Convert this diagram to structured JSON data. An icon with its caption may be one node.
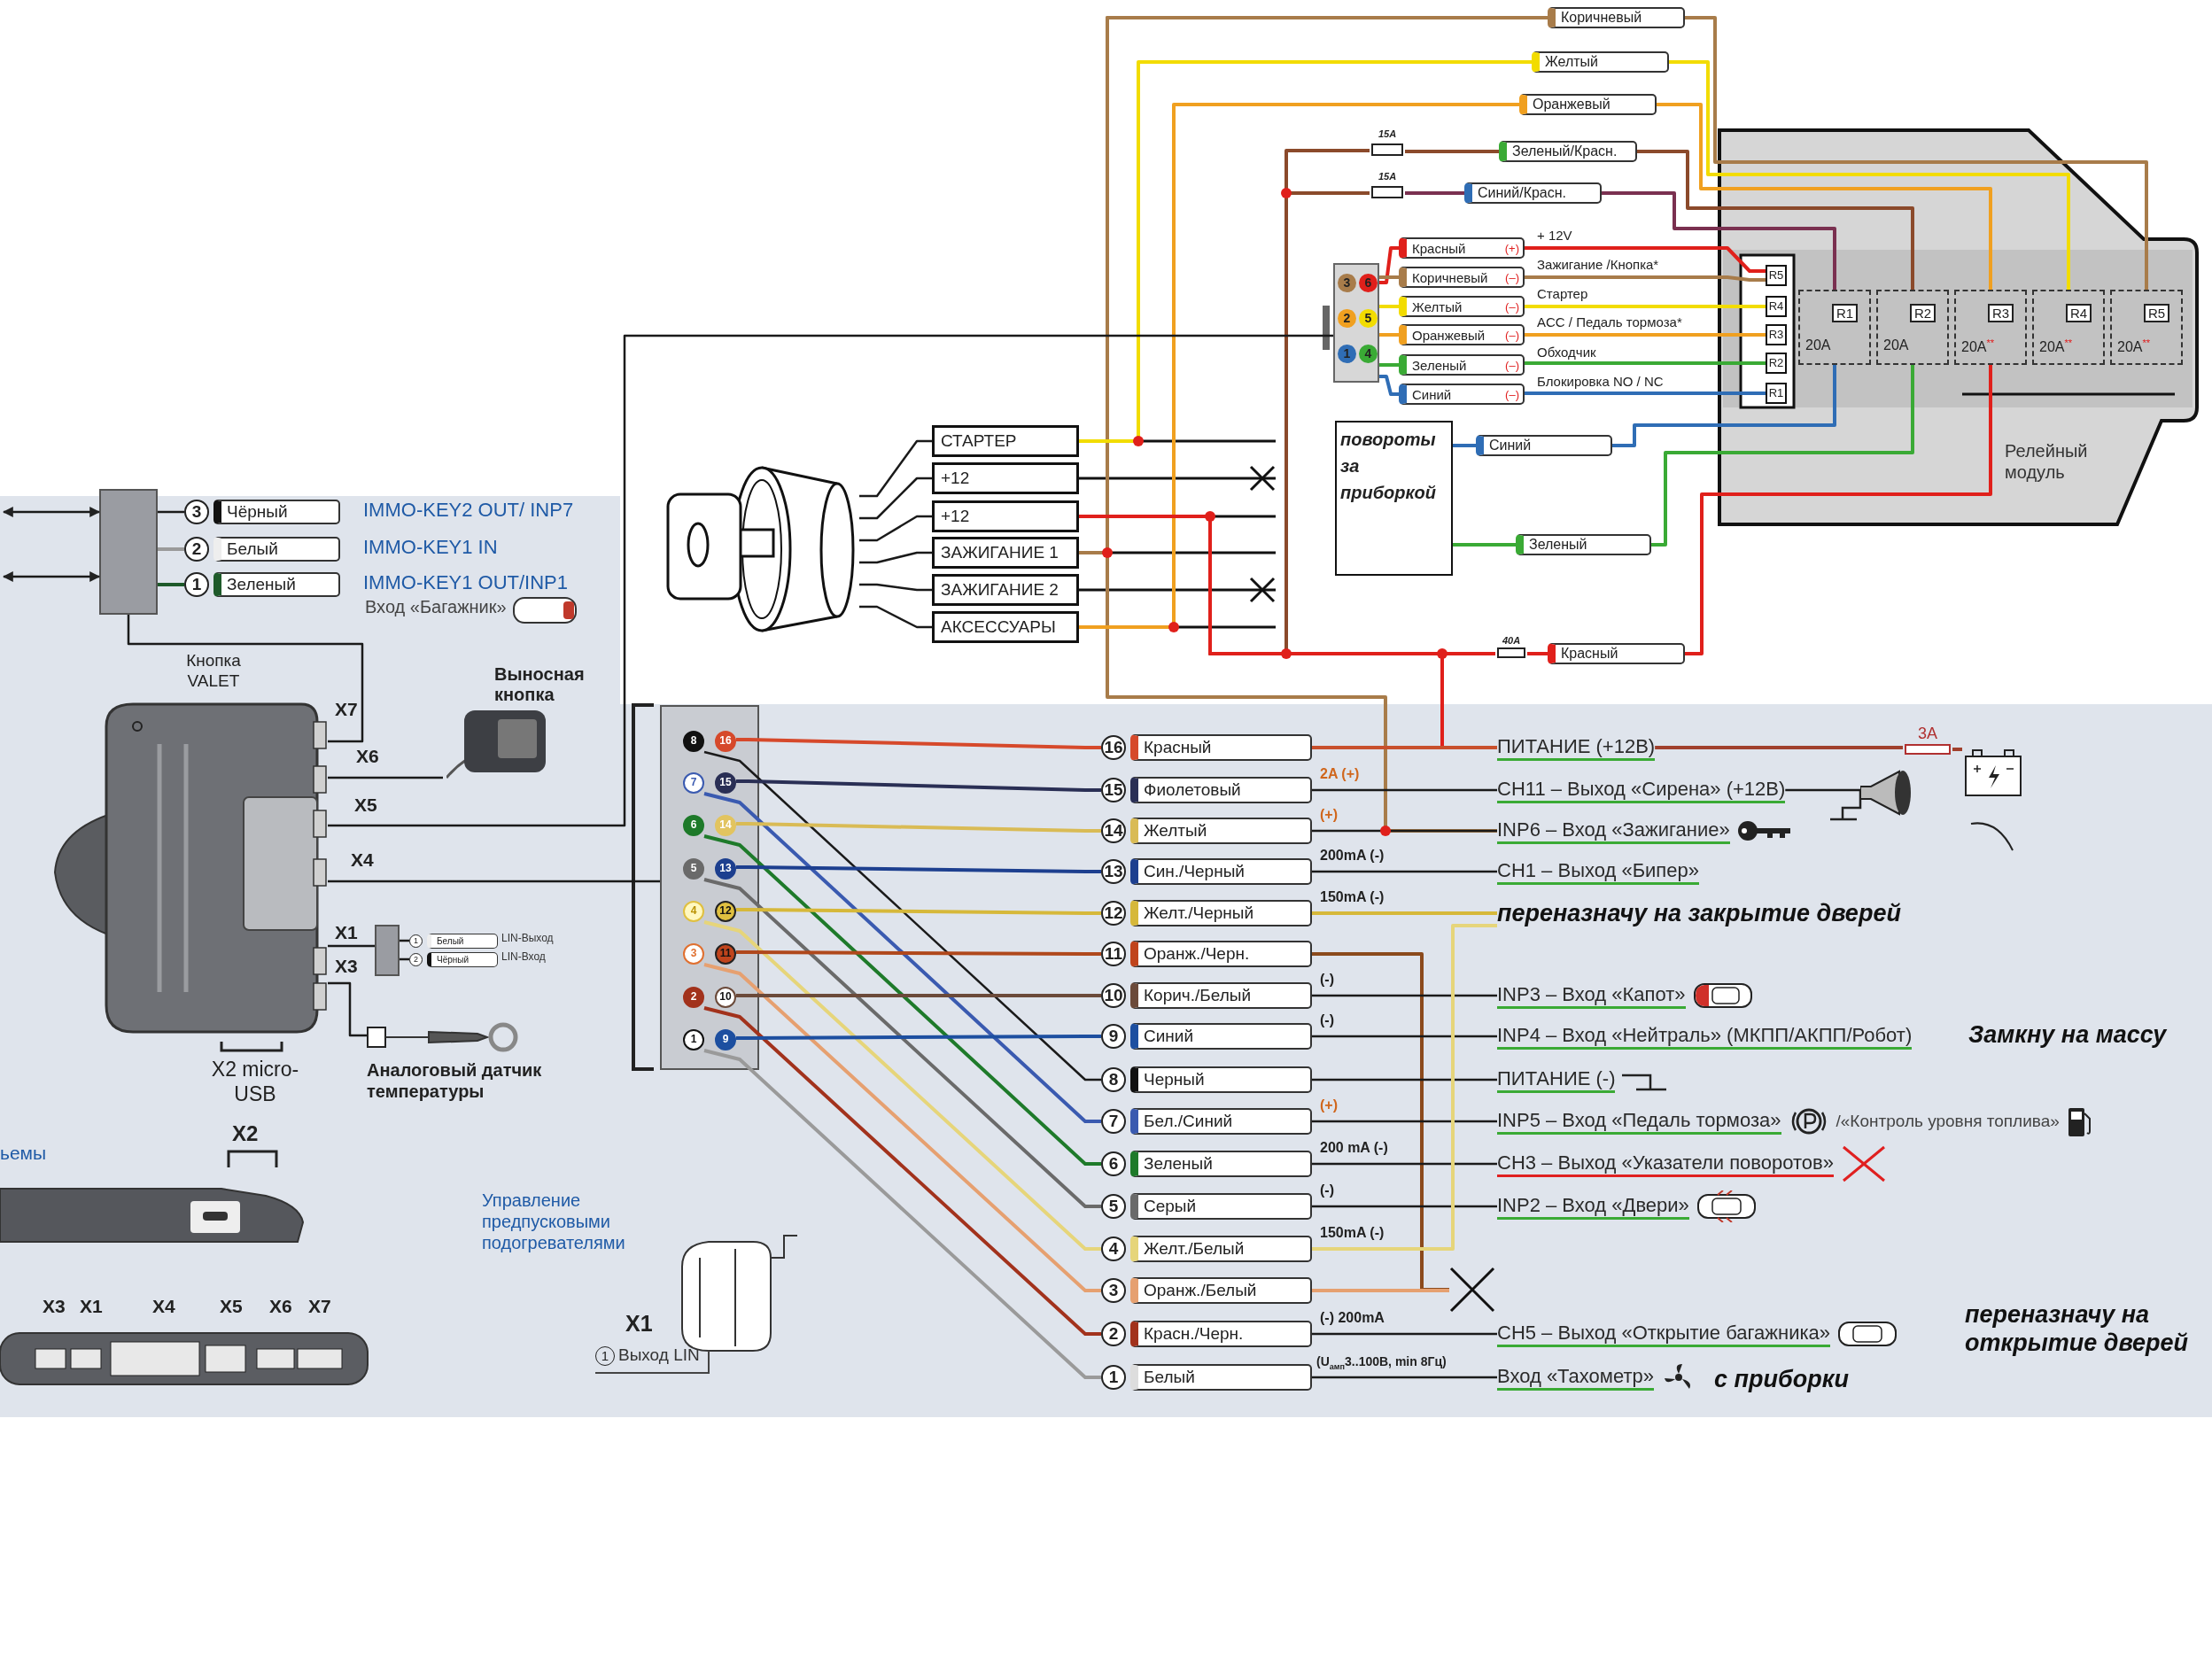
{
  "diagram": {
    "nodes": [
      {
        "text": [
          "Релейный модуль"
        ]
      },
      {
        "text": [
          "R5"
        ],
        "in": 0
      },
      {
        "text": [
          "R4"
        ],
        "in": 0
      },
      {
        "text": [
          "R3"
        ],
        "in": 0
      },
      {
        "text": [
          "R2"
        ],
        "in": 0
      },
      {
        "text": [
          "R1"
        ],
        "in": 0
      },
      {
        "text": [
          "R1",
          "20A"
        ],
        "in": 0
      },
      {
        "text": [
          "R2",
          "20A"
        ],
        "in": 0
      },
      {
        "text": [
          "R3",
          "20A$^{**}$"
        ],
        "in": 0
      },
      {
        "text": [
          "R4",
          "20A$^{**}$"
        ],
        "in": 0
      },
      {
        "text": [
          "R5",
          "20A$^{**}$"
        ],
        "in": 0
      },
      {
        "text": [
          "3",
          "6",
          "2",
          "5",
          "1",
          "4"
        ]
      },
      {
        "text": [
          "Красный",
          "(+)"
        ]
      },
      {
        "text": [
          "Коричневый",
          "(–)"
        ]
      },
      {
        "text": [
          "Желтый",
          "(–)"
        ]
      },
      {
        "text": [
          "Оранжевый",
          "(–)"
        ]
      },
      {
        "text": [
          "Зеленый",
          "(–)"
        ]
      },
      {
        "text": [
          "Синий",
          "(–)"
        ]
      },
      {
        "text": [
          "Коричневый"
        ]
      },
      {
        "text": [
          "Желтый"
        ]
      },
      {
        "text": [
          "Оранжевый"
        ]
      },
      {
        "text": [
          "15A"
        ]
      },
      {
        "text": [
          "Зеленый/Красн."
        ]
      },
      {
        "text": [
          "15A"
        ]
      },
      {
        "text": [
          "Синий/Красн."
        ]
      },
      {
        "text": [
          "повороты за приборкой"
        ]
      },
      {
        "text": [
          "Синий"
        ]
      },
      {
        "text": [
          "Зеленый"
        ]
      },
      {
        "text": [
          "40A"
        ]
      },
      {
        "text": [
          "Красный"
        ]
      },
      {
        "text": [],
        "shape": "picture"
      },
      {
        "text": [
          "СТАРТЕР"
        ]
      },
      {
        "text": [
          "+12"
        ]
      },
      {
        "text": [
          "+12"
        ]
      },
      {
        "text": [
          "ЗАЖИГАНИЕ 1"
        ]
      },
      {
        "text": [
          "ЗАЖИГАНИЕ 2"
        ]
      },
      {
        "text": [
          "АКСЕССУАРЫ"
        ]
      },
      {
        "text": [],
        "shape": "box"
      },
      {
        "text": [
          "3",
          "Чёрный"
        ],
        "beside": [
          "IMMO-KEY2 OUT/ INP7"
        ]
      },
      {
        "text": [
          "2",
          "Белый"
        ],
        "beside": [
          "IMMO-KEY1 IN"
        ]
      },
      {
        "text": [
          "1",
          "Зеленый"
        ],
        "beside": [
          "IMMO-KEY1 OUT/INP1",
          "Вход «Багажник»"
        ]
      },
      {
        "text": [],
        "shape": "picture",
        "beside": [
          "Кнопка VALET",
          "X7",
          "X6",
          "X5",
          "X4",
          "X1",
          "X3",
          "X2 micro-USB"
        ]
      },
      {
        "text": [
          "Выносная кнопка"
        ]
      },
      {
        "text": [],
        "shape": "box"
      },
      {
        "text": [
          "1",
          "Белый"
        ],
        "beside": [
          "LIN-Выход"
        ]
      },
      {
        "text": [
          "2",
          "Чёрный"
        ],
        "beside": [
          "LIN-Вход"
        ]
      },
      {
        "text": [
          "Аналоговый датчик температуры"
        ]
      },
      {
        "text": [],
        "shape": "picture",
        "beside": [
          "X2"
        ]
      },
      {
        "text": [],
        "shape": "picture",
        "beside": [
          "X3",
          "X1",
          "X4",
          "X5",
          "X6",
          "X7"
        ]
      },
      {
        "text": [],
        "shape": "box"
      },
      {
        "text": [
          "8"
        ],
        "in": 49
      },
      {
        "text": [
          "16"
        ],
        "in": 49
      },
      {
        "text": [
          "7"
        ],
        "in": 49
      },
      {
        "text": [
          "15"
        ],
        "in": 49
      },
      {
        "text": [
          "6"
        ],
        "in": 49
      },
      {
        "text": [
          "14"
        ],
        "in": 49
      },
      {
        "text": [
          "5"
        ],
        "in": 49
      },
      {
        "text": [
          "13"
        ],
        "in": 49
      },
      {
        "text": [
          "4"
        ],
        "in": 49
      },
      {
        "text": [
          "12"
        ],
        "in": 49
      },
      {
        "text": [
          "3"
        ],
        "in": 49
      },
      {
        "text": [
          "11"
        ],
        "in": 49
      },
      {
        "text": [
          "2"
        ],
        "in": 49
      },
      {
        "text": [
          "10"
        ],
        "in": 49
      },
      {
        "text": [
          "1"
        ],
        "in": 49
      },
      {
        "text": [
          "9"
        ],
        "in": 49
      },
      {
        "text": [
          "16",
          "Красный"
        ]
      },
      {
        "text": [
          "15",
          "Фиолетовый"
        ]
      },
      {
        "text": [
          "14",
          "Желтый"
        ]
      },
      {
        "text": [
          "13",
          "Син./Черный"
        ]
      },
      {
        "text": [
          "12",
          "Желт./Черный"
        ]
      },
      {
        "text": [
          "11",
          "Оранж./Черн."
        ]
      },
      {
        "text": [
          "10",
          "Корич./Белый"
        ]
      },
      {
        "text": [
          "9",
          "Синий"
        ]
      },
      {
        "text": [
          "8",
          "Черный"
        ]
      },
      {
        "text": [
          "7",
          "Бел./Синий"
        ]
      },
      {
        "text": [
          "6",
          "Зеленый"
        ]
      },
      {
        "text": [
          "5",
          "Серый"
        ]
      },
      {
        "text": [
          "4",
          "Желт./Белый"
        ]
      },
      {
        "text": [
          "3",
          "Оранж./Белый"
        ]
      },
      {
        "text": [
          "2",
          "Красн./Черн."
        ]
      },
      {
        "text": [
          "1",
          "Белый"
        ]
      },
      {
        "text": [
          "ПИТАНИЕ (+12В)"
        ]
      },
      {
        "text": [
          "CH11 – Выход «Сирена» (+12В)"
        ]
      },
      {
        "text": [
          "INP6 – Вход «Зажигание»"
        ]
      },
      {
        "text": [
          "CH1 – Выход «Бипер»"
        ]
      },
      {
        "text": [
          "переназначу на закрытие дверей"
        ]
      },
      {
        "text": [
          "INP3 – Вход «Капот»"
        ]
      },
      {
        "text": [
          "INP4 – Вход «Нейтраль» (МКПП/АКПП/Робот)"
        ],
        "beside": [
          "Замкну на массу"
        ]
      },
      {
        "text": [
          "ПИТАНИЕ (-)"
        ]
      },
      {
        "text": [
          "INP5 – Вход «Педаль тормоза»",
          "/«Контроль уровня топлива»"
        ]
      },
      {
        "text": [
          "CH3 – Выход «Указатели поворотов»"
        ]
      },
      {
        "text": [
          "INP2 – Вход «Двери»"
        ]
      },
      {
        "text": [
          "CH5 – Выход «Открытие багажника»"
        ],
        "beside": [
          "переназначу на открытие дверей"
        ]
      },
      {
        "text": [
          "Вход «Тахометр»"
        ],
        "beside": [
          "с приборки"
        ]
      },
      {
        "text": [
          "3A"
        ]
      },
      {
        "text": [],
        "shape": "battery"
      },
      {
        "text": [],
        "shape": "siren"
      },
      {
        "text": [],
        "shape": "cross"
      }
    ],
    "edges": [
      {
        "from": 11,
        "to": 12,
        "arrow": "none",
        "color": "#e0201b"
      },
      {
        "from": 11,
        "to": 13,
        "arrow": "none",
        "color": "#a87c4a"
      },
      {
        "from": 11,
        "to": 14,
        "arrow": "none",
        "color": "#f2dc00"
      },
      {
        "from": 11,
        "to": 15,
        "arrow": "none",
        "color": "#f0a020"
      },
      {
        "from": 11,
        "to": 16,
        "arrow": "none",
        "color": "#3aaa35"
      },
      {
        "from": 11,
        "to": 17,
        "arrow": "none",
        "color": "#2f6db5"
      },
      {
        "from": 12,
        "to": 1,
        "arrow": "none",
        "label": "+ 12V",
        "color": "#e0201b"
      },
      {
        "from": 13,
        "to": 1,
        "arrow": "none",
        "label": "Зажигание /Кнопка*",
        "color": "#a87c4a"
      },
      {
        "from": 14,
        "to": 2,
        "arrow": "none",
        "label": "Стартер",
        "color": "#f2dc00"
      },
      {
        "from": 15,
        "to": 3,
        "arrow": "none",
        "label": "ACC / Педаль тормоза*",
        "color": "#f0a020"
      },
      {
        "from": 16,
        "to": 4,
        "arrow": "none",
        "label": "Обходчик",
        "color": "#3aaa35"
      },
      {
        "from": 17,
        "to": 5,
        "arrow": "none",
        "label": "Блокировка NO / NC",
        "color": "#2f6db5"
      },
      {
        "from": 18,
        "to": 10,
        "arrow": "none",
        "color": "#a87c4a"
      },
      {
        "from": 19,
        "to": 9,
        "arrow": "none",
        "color": "#f2dc00"
      },
      {
        "from": 20,
        "to": 8,
        "arrow": "none",
        "color": "#f0a020"
      },
      {
        "from": 21,
        "to": 22,
        "arrow": "none",
        "color": "#8b4a2b"
      },
      {
        "from": 22,
        "to": 7,
        "arrow": "none",
        "color": "#8b4a2b"
      },
      {
        "from": 23,
        "to": 24,
        "arrow": "none",
        "color": "#7a3050"
      },
      {
        "from": 24,
        "to": 6,
        "arrow": "none",
        "color": "#7a3050"
      },
      {
        "from": 21,
        "to": 33,
        "arrow": "none",
        "color": "#8b4a2b"
      },
      {
        "from": 23,
        "to": 33,
        "arrow": "none",
        "color": "#8b4a2b"
      },
      {
        "from": 18,
        "to": 34,
        "arrow": "none",
        "color": "#a87c4a"
      },
      {
        "from": 18,
        "to": 84,
        "arrow": "none",
        "color": "#a87c4a"
      },
      {
        "from": 19,
        "to": 31,
        "arrow": "none",
        "color": "#f2dc00"
      },
      {
        "from": 20,
        "to": 36,
        "arrow": "none",
        "color": "#f0a020"
      },
      {
        "from": 33,
        "to": 28,
        "arrow": "none",
        "color": "#e0201b"
      },
      {
        "from": 28,
        "to": 29,
        "arrow": "none",
        "color": "#e0201b"
      },
      {
        "from": 29,
        "to": 8,
        "arrow": "none",
        "color": "#e0201b"
      },
      {
        "from": 33,
        "to": 82,
        "arrow": "none",
        "color": "#e0201b"
      },
      {
        "from": 25,
        "to": 26,
        "arrow": "none",
        "color": "#2f6db5"
      },
      {
        "from": 25,
        "to": 27,
        "arrow": "none",
        "color": "#3aaa35"
      },
      {
        "from": 26,
        "to": 6,
        "arrow": "none",
        "color": "#2f6db5"
      },
      {
        "from": 27,
        "to": 7,
        "arrow": "none",
        "color": "#3aaa35"
      },
      {
        "from": 30,
        "to": 31,
        "arrow": "none"
      },
      {
        "from": 30,
        "to": 32,
        "arrow": "none"
      },
      {
        "from": 30,
        "to": 33,
        "arrow": "none"
      },
      {
        "from": 30,
        "to": 34,
        "arrow": "none"
      },
      {
        "from": 30,
        "to": 35,
        "arrow": "none"
      },
      {
        "from": 30,
        "to": 36,
        "arrow": "none"
      },
      {
        "from": 41,
        "to": 37,
        "arrow": "none"
      },
      {
        "from": 41,
        "to": 42,
        "arrow": "none"
      },
      {
        "from": 41,
        "to": 11,
        "arrow": "none"
      },
      {
        "from": 41,
        "to": 49,
        "arrow": "none"
      },
      {
        "from": 41,
        "to": 43,
        "arrow": "none"
      },
      {
        "from": 41,
        "to": 46,
        "arrow": "none"
      },
      {
        "from": 37,
        "to": 38,
        "arrow": "none"
      },
      {
        "from": 37,
        "to": 39,
        "arrow": "none",
        "color": "#9a9a9a"
      },
      {
        "from": 37,
        "to": 40,
        "arrow": "none",
        "color": "#1e5a2a"
      },
      {
        "from": null,
        "to": 37,
        "arrow": "both"
      },
      {
        "from": null,
        "to": 37,
        "arrow": "both"
      },
      {
        "from": 43,
        "to": 44,
        "arrow": "none"
      },
      {
        "from": 43,
        "to": 45,
        "arrow": "none"
      },
      {
        "from": 50,
        "to": 74,
        "arrow": "none"
      },
      {
        "from": 51,
        "to": 66,
        "arrow": "none",
        "color": "#d6492b"
      },
      {
        "from": 52,
        "to": 75,
        "arrow": "none",
        "color": "#3a5ab0"
      },
      {
        "from": 53,
        "to": 67,
        "arrow": "none",
        "color": "#2a2f55"
      },
      {
        "from": 54,
        "to": 76,
        "arrow": "none",
        "color": "#1e7a2a"
      },
      {
        "from": 55,
        "to": 68,
        "arrow": "none",
        "color": "#d9bb55"
      },
      {
        "from": 56,
        "to": 77,
        "arrow": "none",
        "color": "#6a6a6a"
      },
      {
        "from": 57,
        "to": 69,
        "arrow": "none",
        "color": "#1d3f8f"
      },
      {
        "from": 58,
        "to": 78,
        "arrow": "none",
        "color": "#e6d57a"
      },
      {
        "from": 59,
        "to": 70,
        "arrow": "none",
        "color": "#d6b83a"
      },
      {
        "from": 60,
        "to": 79,
        "arrow": "none",
        "color": "#e6a070"
      },
      {
        "from": 61,
        "to": 71,
        "arrow": "none",
        "color": "#b0481c"
      },
      {
        "from": 62,
        "to": 80,
        "arrow": "none",
        "color": "#a2321c"
      },
      {
        "from": 63,
        "to": 72,
        "arrow": "none",
        "color": "#6b4a3a"
      },
      {
        "from": 64,
        "to": 81,
        "arrow": "none",
        "color": "#9a9a9a"
      },
      {
        "from": 65,
        "to": 73,
        "arrow": "none",
        "color": "#1d4fa0"
      },
      {
        "from": 66,
        "to": 82,
        "arrow": "none",
        "color": "#c8502c"
      },
      {
        "from": 67,
        "to": 83,
        "arrow": "none",
        "label": "2A (+)"
      },
      {
        "from": 68,
        "to": 84,
        "arrow": "none",
        "label": "(+)"
      },
      {
        "from": 69,
        "to": 85,
        "arrow": "none",
        "label": "200mA (-)"
      },
      {
        "from": 70,
        "to": 86,
        "arrow": "none",
        "label": "150mA (-)",
        "color": "#d6b83a"
      },
      {
        "from": 71,
        "to": 98,
        "arrow": "none",
        "color": "#8b4a1c"
      },
      {
        "from": 72,
        "to": 87,
        "arrow": "none",
        "label": "(-)"
      },
      {
        "from": 73,
        "to": 88,
        "arrow": "none",
        "label": "(-)"
      },
      {
        "from": 74,
        "to": 89,
        "arrow": "none"
      },
      {
        "from": 75,
        "to": 90,
        "arrow": "none",
        "label": "(+)"
      },
      {
        "from": 76,
        "to": 91,
        "arrow": "none",
        "label": "200 mA (-)"
      },
      {
        "from": 77,
        "to": 92,
        "arrow": "none",
        "label": "(-)"
      },
      {
        "from": 78,
        "to": 86,
        "arrow": "none",
        "label": "150mA (-)",
        "color": "#e6d57a"
      },
      {
        "from": 79,
        "to": 98,
        "arrow": "none",
        "color": "#e6a070"
      },
      {
        "from": 80,
        "to": 93,
        "arrow": "none",
        "label": "(-) 200mA"
      },
      {
        "from": 81,
        "to": 94,
        "arrow": "none",
        "label": "(U$_{амп}$3..100В, min 8Гц)"
      },
      {
        "from": 82,
        "to": 95,
        "arrow": "none",
        "color": "#a0402c"
      },
      {
        "from": 95,
        "to": 96,
        "arrow": "none",
        "color": "#a0402c"
      },
      {
        "from": 83,
        "to": 97,
        "arrow": "none"
      }
    ],
    "labels": [
      "ьемы",
      "Управление предпусковыми подогревателями",
      "X1",
      "1",
      "Выход LIN"
    ]
  }
}
